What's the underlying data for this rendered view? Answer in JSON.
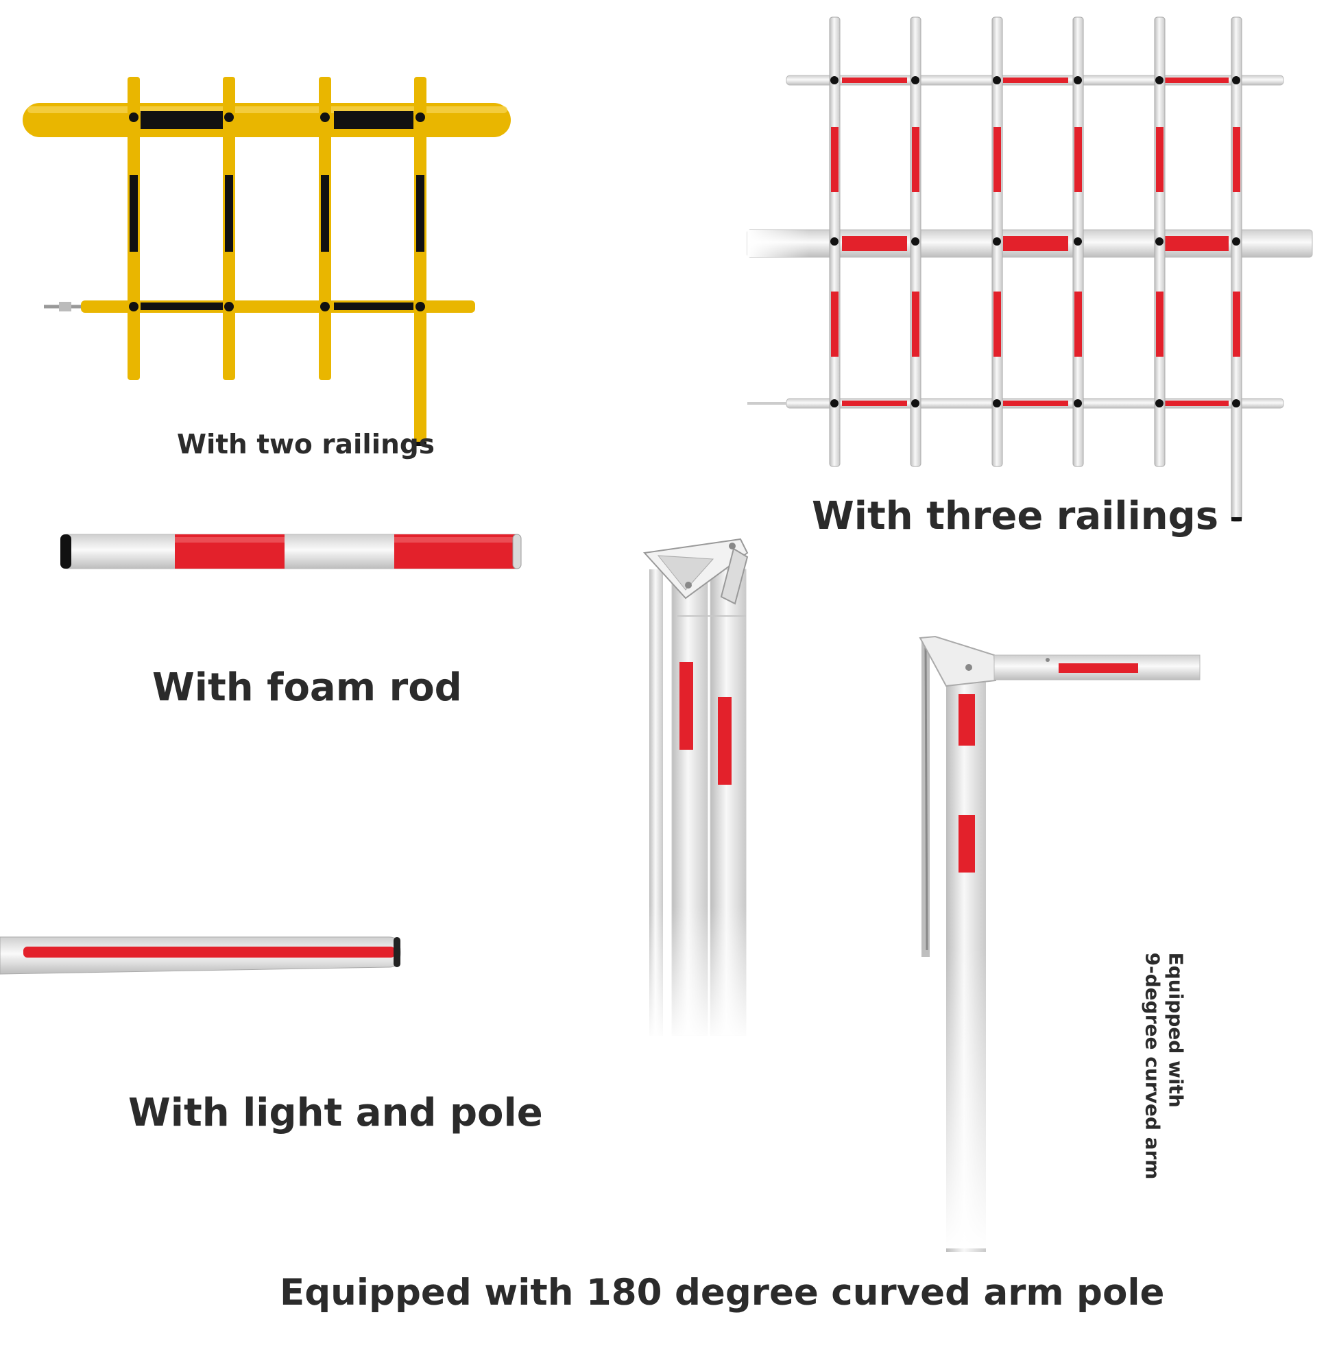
{
  "captions": {
    "two_railings": "With two railings",
    "three_railings": "With three railings",
    "foam_rod": "With foam rod",
    "light_and_pole": "With light and pole",
    "curved_180": "Equipped with 180 degree curved arm pole",
    "curved_90_line1": "Equipped with",
    "curved_90_line2": "9-degree curved arm"
  },
  "colors": {
    "yellow": "#e9b600",
    "black": "#111111",
    "red": "#e3212b",
    "white_pole": "#e9e9e9",
    "text": "#2b2b2b"
  },
  "illustrations": [
    "two-railing-barrier-arm",
    "three-railing-barrier-arm",
    "foam-rod-arm",
    "light-strip-arm",
    "folding-arm-180",
    "curved-arm-90"
  ]
}
